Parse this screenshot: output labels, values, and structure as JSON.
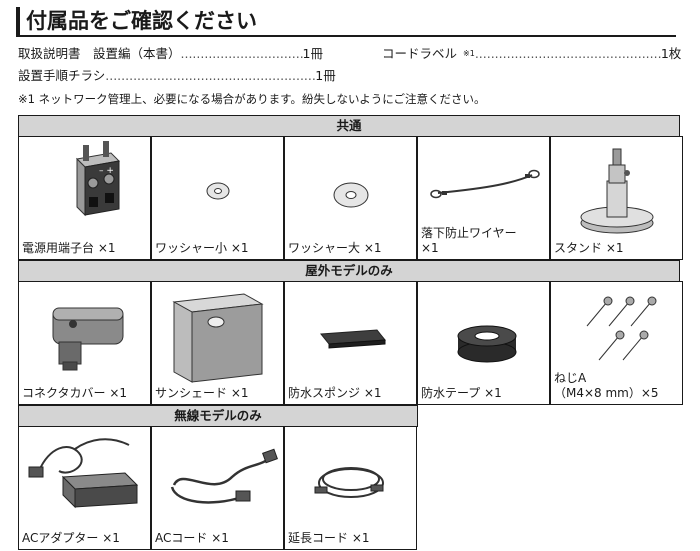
{
  "title": "付属品をご確認ください",
  "list": {
    "manual": "取扱説明書　設置編（本書）",
    "manual_qty": "1冊",
    "code_label": "コードラベル",
    "code_label_mark": "※1",
    "code_label_qty": "1枚",
    "guide": "設置手順チラシ",
    "guide_qty": "1冊"
  },
  "note": "※1  ネットワーク管理上、必要になる場合があります。紛失しないようにご注意ください。",
  "sections": {
    "common": {
      "header": "共通",
      "items": [
        {
          "label": "電源用端子台 ×1",
          "icon": "terminal-block-icon"
        },
        {
          "label": "ワッシャー小 ×1",
          "icon": "small-washer-icon"
        },
        {
          "label": "ワッシャー大 ×1",
          "icon": "large-washer-icon"
        },
        {
          "label": "落下防止ワイヤー\n×1",
          "icon": "fall-prevention-wire-icon"
        },
        {
          "label": "スタンド ×1",
          "icon": "stand-icon"
        }
      ]
    },
    "outdoor": {
      "header": "屋外モデルのみ",
      "items": [
        {
          "label": "コネクタカバー ×1",
          "icon": "connector-cover-icon"
        },
        {
          "label": "サンシェード ×1",
          "icon": "sunshade-icon"
        },
        {
          "label": "防水スポンジ ×1",
          "icon": "waterproof-sponge-icon"
        },
        {
          "label": "防水テープ ×1",
          "icon": "waterproof-tape-icon"
        },
        {
          "label": "ねじA\n（M4×8 mm）×5",
          "icon": "screws-icon"
        }
      ]
    },
    "wireless": {
      "header": "無線モデルのみ",
      "items": [
        {
          "label": "ACアダプター ×1",
          "icon": "ac-adapter-icon"
        },
        {
          "label": "ACコード ×1",
          "icon": "ac-cord-icon"
        },
        {
          "label": "延長コード ×1",
          "icon": "extension-cord-icon"
        }
      ]
    }
  }
}
